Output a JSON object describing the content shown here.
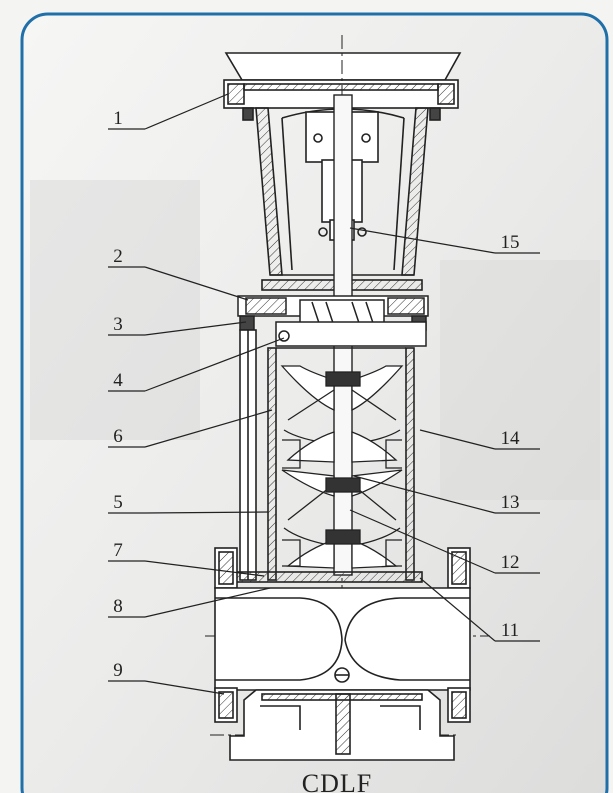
{
  "diagram": {
    "caption": "CDLF",
    "accent_color": "#1f6fa8",
    "callouts": [
      {
        "num": "1"
      },
      {
        "num": "2"
      },
      {
        "num": "3"
      },
      {
        "num": "4"
      },
      {
        "num": "6"
      },
      {
        "num": "5"
      },
      {
        "num": "7"
      },
      {
        "num": "8"
      },
      {
        "num": "9"
      },
      {
        "num": "15"
      },
      {
        "num": "14"
      },
      {
        "num": "13"
      },
      {
        "num": "12"
      },
      {
        "num": "11"
      }
    ]
  }
}
